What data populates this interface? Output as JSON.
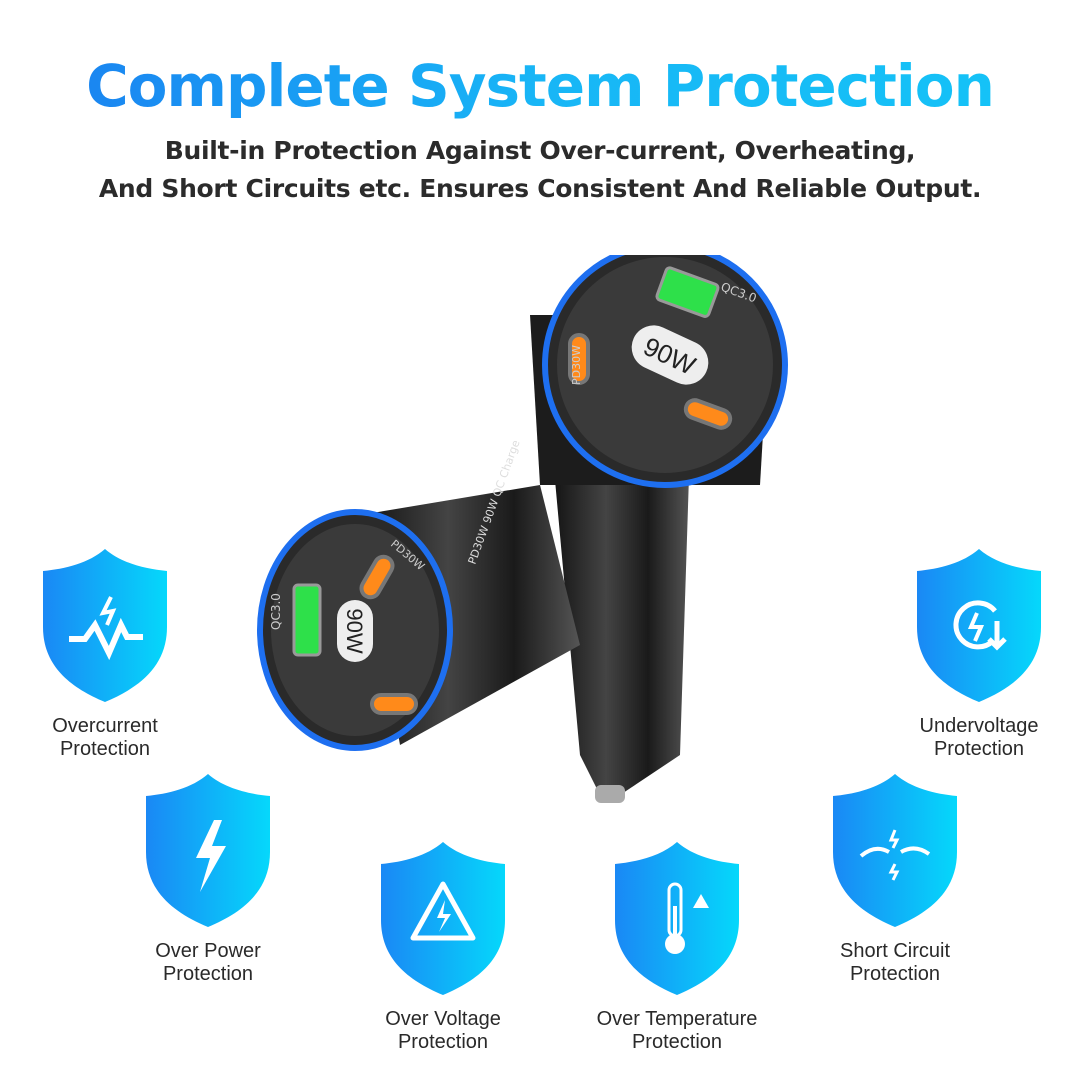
{
  "header": {
    "title": "Complete System Protection",
    "subtitle_line1": "Built-in Protection Against Over-current, Overheating,",
    "subtitle_line2": "And Short Circuits etc. Ensures Consistent And Reliable Output."
  },
  "product": {
    "power": "90W",
    "usb_a_label": "QC3.0",
    "usb_c_label": "PD30W",
    "side_text": "PD30W 90W QC Charge"
  },
  "colors": {
    "shield_left": "#1a88f5",
    "shield_right": "#05d8fb",
    "title": "#1a7df0"
  },
  "features": [
    {
      "icon": "overcurrent-icon",
      "line1": "Overcurrent",
      "line2": "Protection"
    },
    {
      "icon": "undervoltage-icon",
      "line1": "Undervoltage",
      "line2": "Protection"
    },
    {
      "icon": "lightning-icon",
      "line1": "Over Power",
      "line2": "Protection"
    },
    {
      "icon": "short-circuit-icon",
      "line1": "Short Circuit",
      "line2": "Protection"
    },
    {
      "icon": "warning-icon",
      "line1": "Over Voltage",
      "line2": "Protection"
    },
    {
      "icon": "thermometer-icon",
      "line1": "Over Temperature",
      "line2": "Protection"
    }
  ]
}
